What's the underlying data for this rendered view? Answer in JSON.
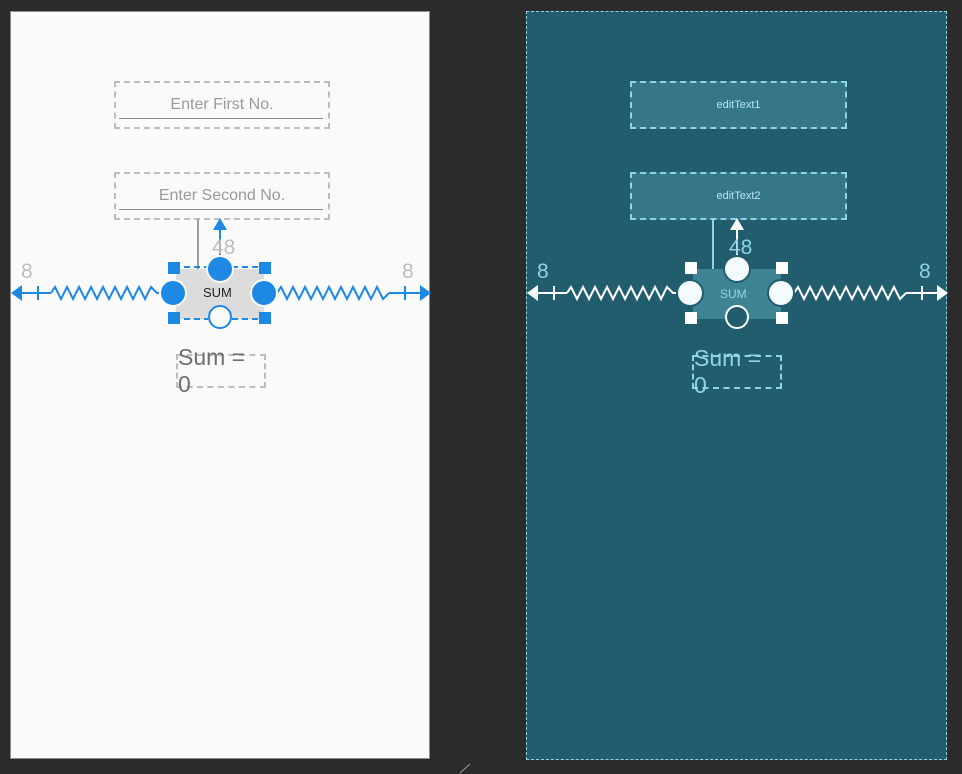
{
  "design": {
    "first_input_placeholder": "Enter First No.",
    "second_input_placeholder": "Enter Second No.",
    "button_label": "SUM",
    "result_text": "Sum = 0",
    "margin_left": "8",
    "margin_right": "8",
    "margin_top": "48"
  },
  "blueprint": {
    "first_input_id": "editText1",
    "second_input_id": "editText2",
    "button_label": "SUM",
    "result_text": "Sum = 0",
    "margin_left": "8",
    "margin_right": "8",
    "margin_top": "48"
  },
  "colors": {
    "selection_blue": "#1e88e5",
    "blueprint_bg": "#225d6e",
    "blueprint_accent": "#8fd3e6"
  }
}
